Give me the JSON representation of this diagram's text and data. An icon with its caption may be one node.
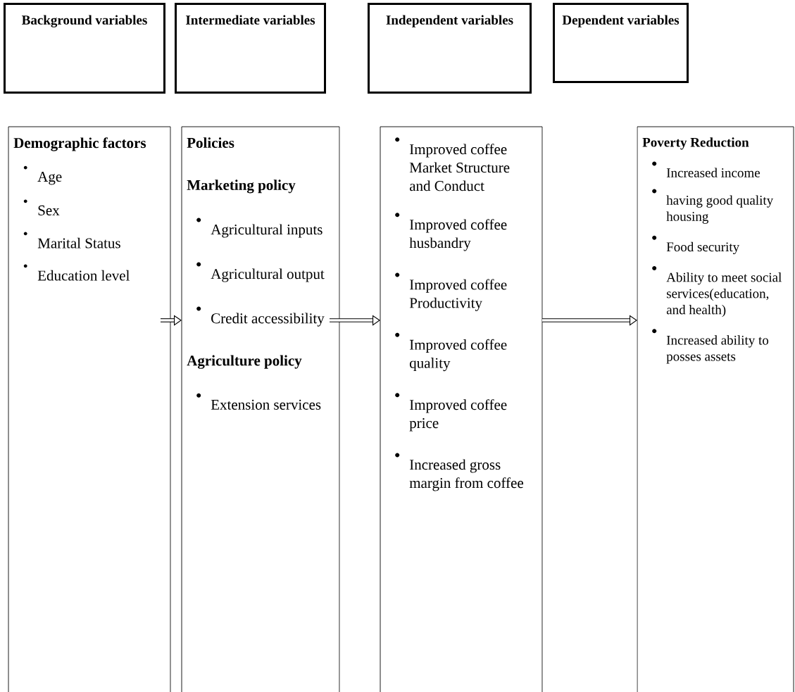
{
  "diagram": {
    "nodes": [
      {
        "text": [
          "Background variables"
        ]
      },
      {
        "text": [
          "Intermediate variables"
        ]
      },
      {
        "text": [
          "Independent variables"
        ]
      },
      {
        "text": [
          "Dependent variables"
        ]
      },
      {
        "text": [
          "Demographic factors",
          "Age",
          "Sex",
          "Marital Status",
          "Education level"
        ]
      },
      {
        "text": [
          "Policies",
          "Marketing policy",
          "Agricultural inputs",
          "Agricultural output",
          "Credit accessibility",
          "Agriculture policy",
          "Extension services"
        ]
      },
      {
        "text": [
          "Improved coffee Market Structure and Conduct",
          "Improved coffee husbandry",
          "Improved coffee Productivity",
          "Improved coffee quality",
          "Improved coffee price",
          "Increased gross margin from coffee"
        ]
      },
      {
        "text": [
          "Poverty Reduction",
          "Increased income",
          "having good quality housing",
          "Food security",
          "Ability to meet social services(education, and health)",
          "Increased ability to posses assets"
        ]
      }
    ],
    "edges": [
      {
        "from": 4,
        "to": 5,
        "arrow": "to"
      },
      {
        "from": 5,
        "to": 6,
        "arrow": "to"
      },
      {
        "from": 6,
        "to": 7,
        "arrow": "to"
      }
    ]
  }
}
